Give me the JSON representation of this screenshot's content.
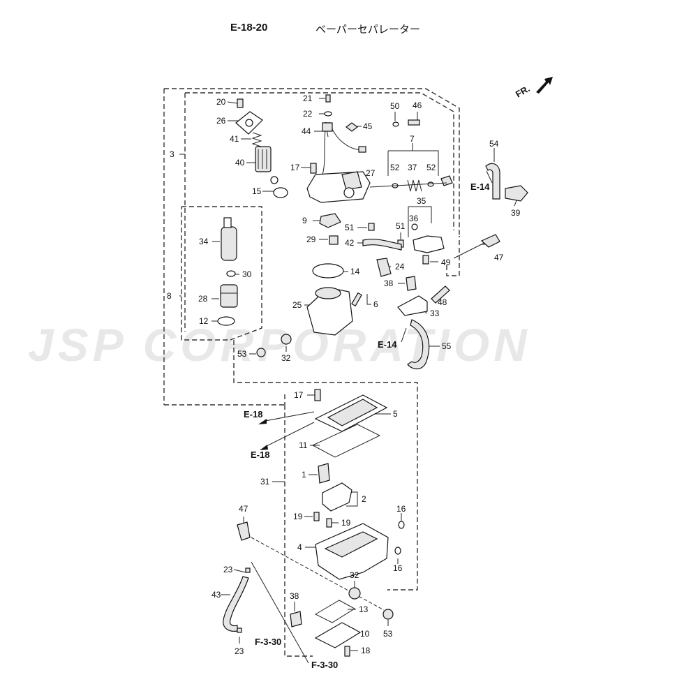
{
  "header": {
    "page_code": "E-18-20",
    "title": "ベーパーセパレーター"
  },
  "direction_marker": "FR.",
  "watermark": "JSP CORPORATION",
  "references": {
    "e14_top": "E-14",
    "e14_mid": "E-14",
    "e18_a": "E-18",
    "e18_b": "E-18",
    "f330_a": "F-3-30",
    "f330_b": "F-3-30"
  },
  "callouts": {
    "n20": "20",
    "n26": "26",
    "n41": "41",
    "n40": "40",
    "n15": "15",
    "n3": "3",
    "n21": "21",
    "n22": "22",
    "n44": "44",
    "n45": "45",
    "n50": "50",
    "n46": "46",
    "n7": "7",
    "n52a": "52",
    "n37": "37",
    "n52b": "52",
    "n17a": "17",
    "n27": "27",
    "n54": "54",
    "n39": "39",
    "n35": "35",
    "n36": "36",
    "n9": "9",
    "n51a": "51",
    "n51b": "51",
    "n42": "42",
    "n29": "29",
    "n34": "34",
    "n30": "30",
    "n14": "14",
    "n49": "49",
    "n47a": "47",
    "n24": "24",
    "n38a": "38",
    "n28": "28",
    "n8": "8",
    "n25": "25",
    "n6": "6",
    "n48": "48",
    "n33": "33",
    "n12": "12",
    "n55": "55",
    "n53a": "53",
    "n32a": "32",
    "n17b": "17",
    "n5": "5",
    "n11": "11",
    "n1": "1",
    "n31": "31",
    "n2": "2",
    "n16a": "16",
    "n19a": "19",
    "n19b": "19",
    "n47b": "47",
    "n4": "4",
    "n16b": "16",
    "n23a": "23",
    "n32b": "32",
    "n43": "43",
    "n38b": "38",
    "n13": "13",
    "n53b": "53",
    "n10": "10",
    "n23b": "23",
    "n18": "18"
  },
  "colors": {
    "line": "#222222",
    "part_fill": "#e6e6e6",
    "part_dark": "#bdbdbd"
  }
}
